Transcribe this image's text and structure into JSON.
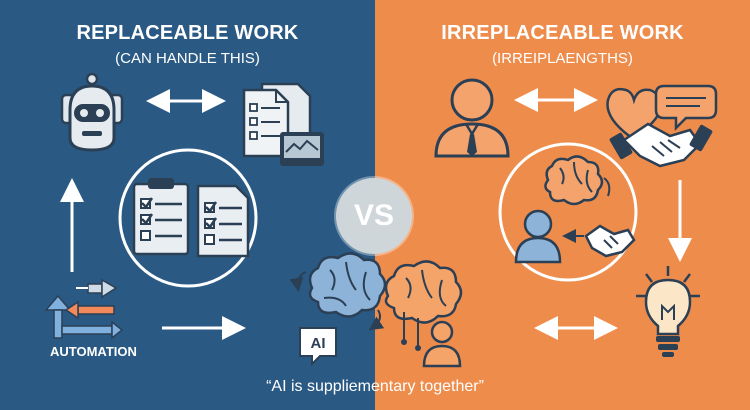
{
  "left_panel": {
    "title": "REPLACEABLE WORK",
    "subtitle": "(CAN HANDLE THIS)",
    "automation_label": "AUTOMATION",
    "background_color": "#2a5a84"
  },
  "right_panel": {
    "title": "IRREPLACEABLE WORK",
    "subtitle": "(IRREIPLAENGTHS)",
    "background_color": "#ee8c4c"
  },
  "vs_label": "VS",
  "ai_label": "AI",
  "bottom_quote": "“AI is suppliementary together”",
  "icons": [
    "robot-icon",
    "documents-icon",
    "clipboard-checklist-icon",
    "pipeline-icon",
    "person-icon",
    "heart-icon",
    "chat-bubble-icon",
    "handshake-icon",
    "brain-icon",
    "lightbulb-icon"
  ]
}
